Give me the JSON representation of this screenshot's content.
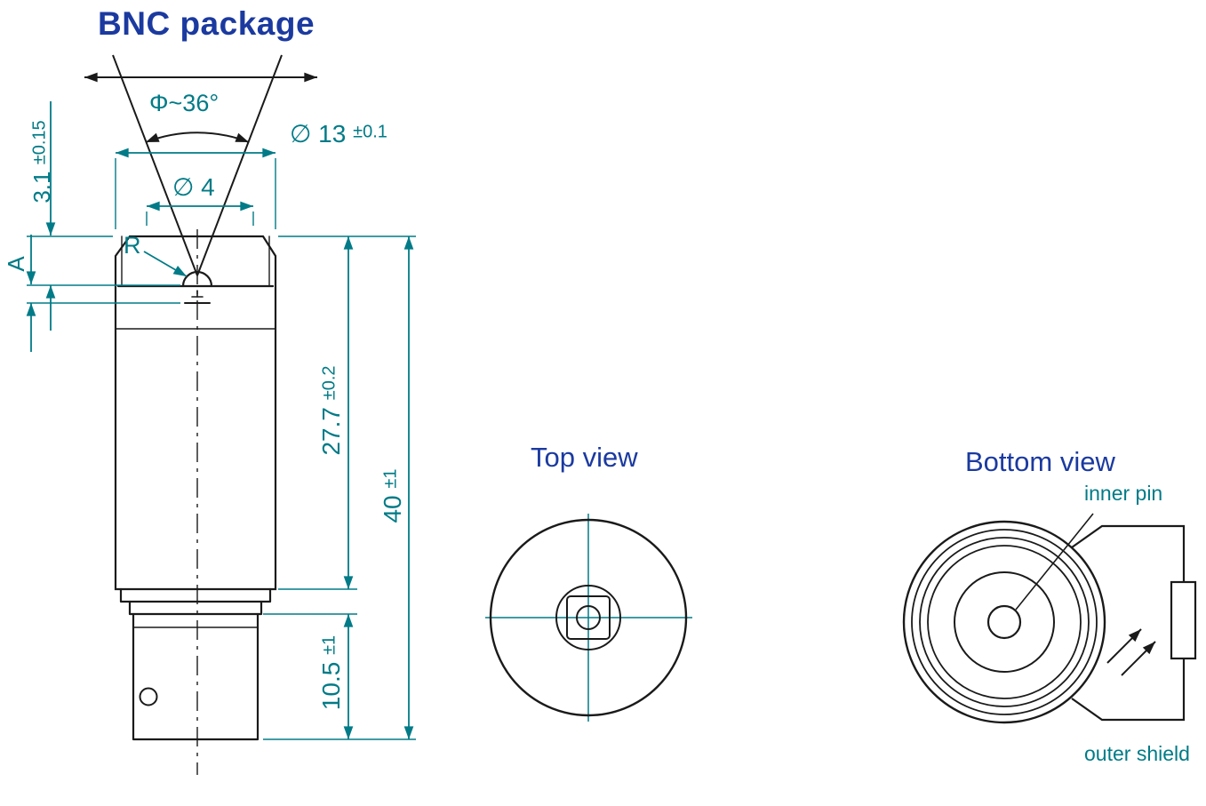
{
  "title": "BNC package",
  "side_view": {
    "beam_angle": "Φ~36°",
    "dia_13": {
      "value": "∅ 13",
      "tol": "±0.1"
    },
    "dia_4": {
      "value": "∅ 4"
    },
    "height_3_1": {
      "value": "3.1",
      "tol": "±0.15"
    },
    "label_a": "A",
    "label_r": "R",
    "height_27_7": {
      "value": "27.7",
      "tol": "±0.2"
    },
    "height_40": {
      "value": "40",
      "tol": "±1"
    },
    "height_10_5": {
      "value": "10.5",
      "tol": "±1"
    }
  },
  "top_view": {
    "label": "Top view"
  },
  "bottom_view": {
    "label": "Bottom view",
    "inner_pin_label": "inner pin",
    "outer_shield_label": "outer shield"
  },
  "colors": {
    "heading_blue": "#1b3aa0",
    "dimension_teal": "#007b87",
    "line_black": "#1a1a1a"
  }
}
